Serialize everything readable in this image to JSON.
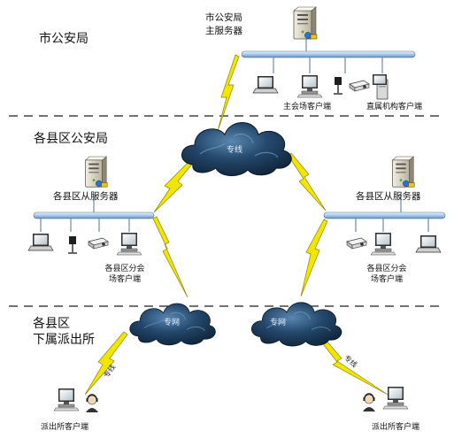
{
  "levels": {
    "city": "市公安局",
    "county": "各县区公安局",
    "station_line1": "各县区",
    "station_line2": "下属派出所"
  },
  "city": {
    "server_line1": "市公安局",
    "server_line2": "主服务器",
    "venue_clients": "主会场客户端",
    "direct_clients": "直属机构客户端"
  },
  "county_left": {
    "server": "各县区从服务器",
    "venue_line1": "各县区分会",
    "venue_line2": "场客户端"
  },
  "county_right": {
    "server": "各县区从服务器",
    "venue_line1": "各县区分会",
    "venue_line2": "场客户端"
  },
  "clouds": {
    "top": "专线",
    "left": "专网",
    "right": "专网"
  },
  "links": {
    "left_bottom": "专线",
    "right_bottom": "专线"
  },
  "station_left": {
    "client": "派出所客户端"
  },
  "station_right": {
    "client": "派出所客户端"
  },
  "colors": {
    "bus": "#bcd6f0",
    "cloud": "#1c3d5c",
    "lightning": "#f2e600",
    "divider": "#444444"
  },
  "icons": [
    "server-icon",
    "laptop-icon",
    "desktop-icon",
    "projector-icon",
    "cloud-icon",
    "lightning-icon",
    "headset-icon"
  ]
}
